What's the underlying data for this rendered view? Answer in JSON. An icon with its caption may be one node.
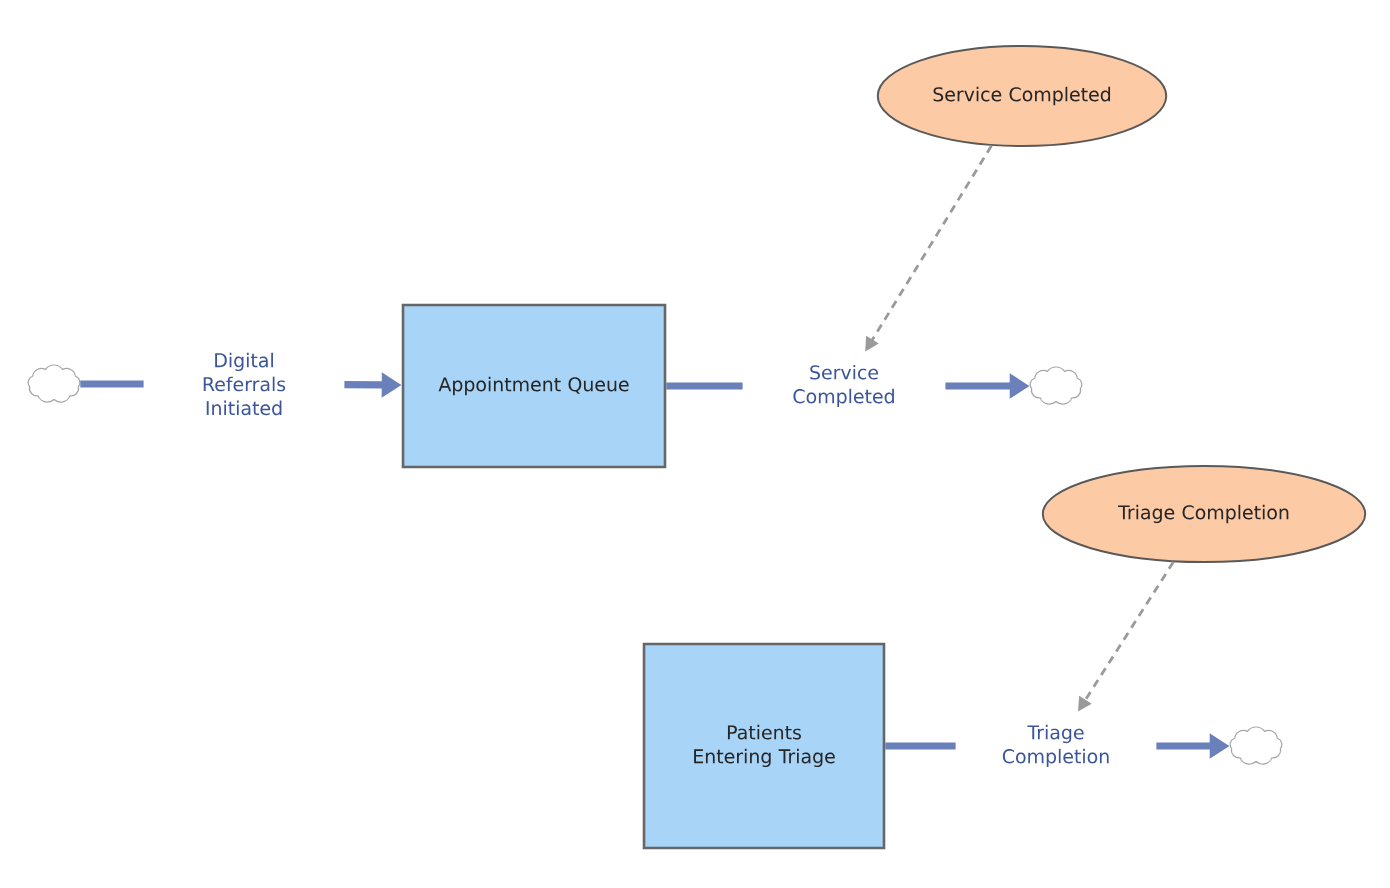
{
  "diagram": {
    "nodes": [
      {
        "text": [
          "Service Completed"
        ]
      },
      {
        "text": [],
        "shape": "cloud"
      },
      {
        "text": [
          "Digital Referrals Initiated"
        ]
      },
      {
        "text": [
          "Appointment Queue"
        ]
      },
      {
        "text": [
          "Service Completed"
        ]
      },
      {
        "text": [],
        "shape": "cloud"
      },
      {
        "text": [
          "Triage Completion"
        ]
      },
      {
        "text": [
          "Patients Entering Triage"
        ]
      },
      {
        "text": [
          "Triage Completion"
        ]
      },
      {
        "text": [],
        "shape": "cloud"
      }
    ],
    "edges": [
      {
        "from": 1,
        "to": 2,
        "arrow": "none"
      },
      {
        "from": 2,
        "to": 3,
        "arrow": "to"
      },
      {
        "from": 3,
        "to": 4,
        "arrow": "none"
      },
      {
        "from": 4,
        "to": 5,
        "arrow": "to"
      },
      {
        "from": 0,
        "to": 4,
        "arrow": "to",
        "style": "dashed",
        "color": "#9a9a9a"
      },
      {
        "from": 7,
        "to": 8,
        "arrow": "none"
      },
      {
        "from": 8,
        "to": 9,
        "arrow": "to"
      },
      {
        "from": 6,
        "to": 8,
        "arrow": "to",
        "style": "dashed",
        "color": "#9a9a9a"
      }
    ]
  }
}
